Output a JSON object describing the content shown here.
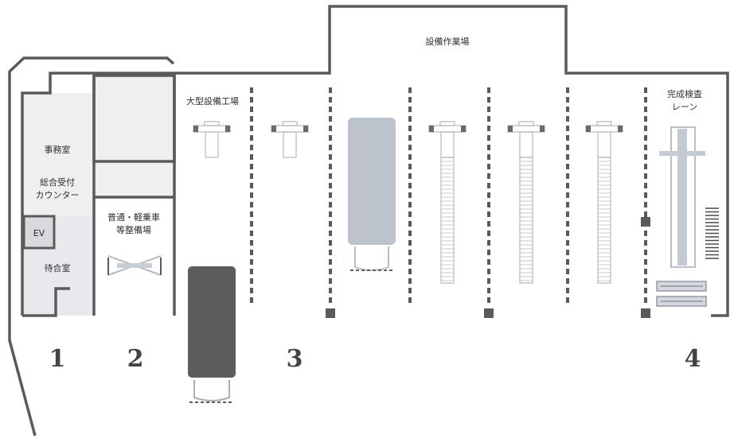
{
  "rooms": {
    "equipment_workshop": "設備作業場",
    "large_equipment_bay": "大型設備工場",
    "final_inspection_lane": [
      "完成検査",
      "レーン"
    ],
    "office": "事務室",
    "reception_counter": [
      "総合受付",
      "カウンター"
    ],
    "elevator": "EV",
    "waiting_room": "待合室",
    "maintenance_area": [
      "普通・軽乗車",
      "等整備場"
    ]
  },
  "zones": [
    "1",
    "2",
    "3",
    "4"
  ],
  "colors": {
    "wall": "#5a5a5a",
    "interior_fill": "#efefef",
    "waiting_fill": "#e8e9ed",
    "vehicle_dark": "#5c5c5c",
    "vehicle_light": "#bcc3cc",
    "lift_stroke": "#c3c7cd",
    "text": "#2f2f2f"
  },
  "icons": [
    "two-post-lift-icon",
    "vehicle-lift-icon",
    "inspection-rack-icon",
    "grating-icon"
  ]
}
